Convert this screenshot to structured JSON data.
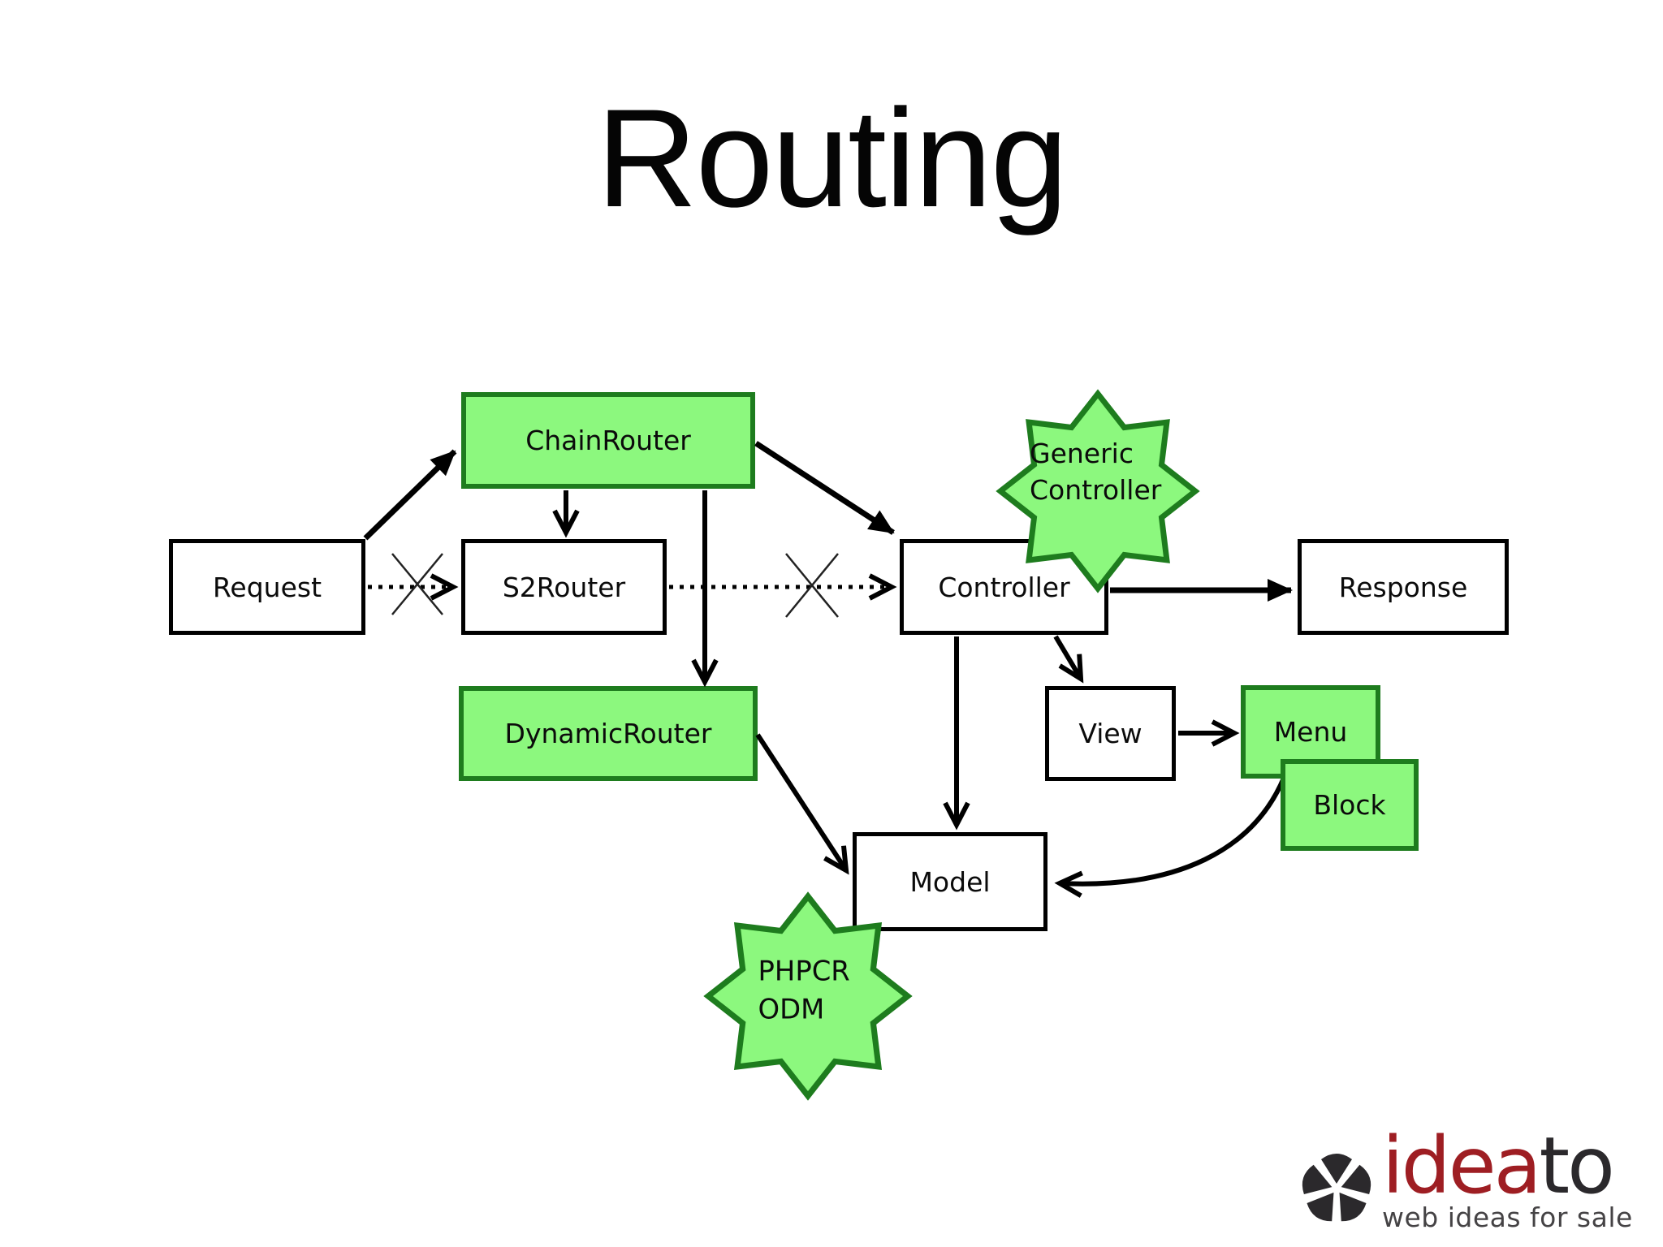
{
  "slide": {
    "title": "Routing"
  },
  "diagram": {
    "nodes": {
      "request": {
        "label": "Request"
      },
      "chain_router": {
        "label": "ChainRouter"
      },
      "s2_router": {
        "label": "S2Router"
      },
      "controller": {
        "label": "Controller"
      },
      "response": {
        "label": "Response"
      },
      "dynamic_router": {
        "label": "DynamicRouter"
      },
      "view": {
        "label": "View"
      },
      "menu": {
        "label": "Menu"
      },
      "block": {
        "label": "Block"
      },
      "model": {
        "label": "Model"
      },
      "generic_controller": {
        "line1": "Generic",
        "line2": "Controller"
      },
      "phpcr_odm": {
        "line1": "PHPCR",
        "line2": "ODM"
      }
    },
    "colors": {
      "node_fill_green": "#8cf87e",
      "node_border_green": "#1e7c1e",
      "node_fill_white": "#ffffff",
      "node_border_black": "#000000",
      "arrow": "#000000"
    }
  },
  "logo": {
    "brand_primary": "idea",
    "brand_secondary": "to",
    "tagline": "web ideas for sale",
    "colors": {
      "primary": "#9e1e23",
      "secondary": "#2b292c",
      "tagline": "#454345",
      "mark": "#2b292c"
    }
  }
}
